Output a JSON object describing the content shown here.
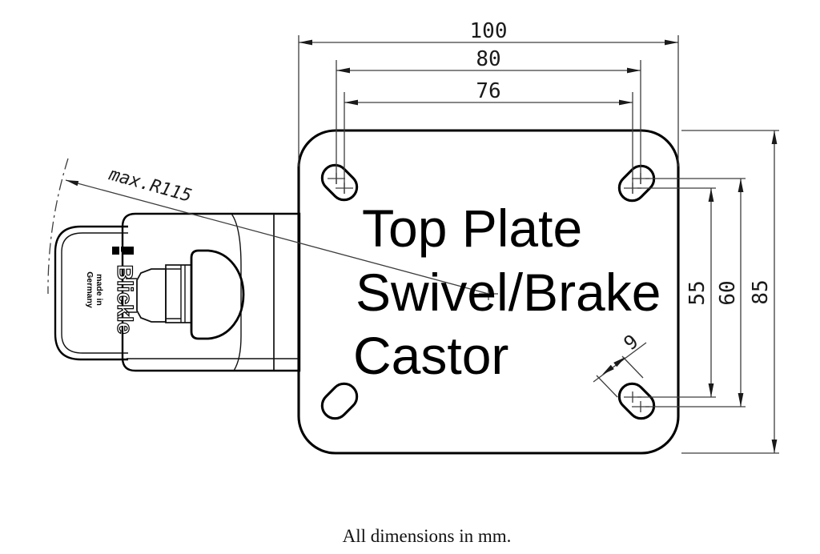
{
  "page": {
    "note": "All dimensions in mm."
  },
  "drawing": {
    "title_lines": [
      "Top Plate",
      "Swivel/Brake",
      "Castor"
    ],
    "swivel_radius_label": "max.R115",
    "brand": {
      "logo_text": "Blickle",
      "made_in_line1": "made in",
      "made_in_line2": "Germany"
    },
    "dimensions": {
      "overall_width_mm": "100",
      "bolt_spacing_x_outer_mm": "80",
      "bolt_spacing_x_inner_mm": "76",
      "bolt_spacing_y_inner_mm": "55",
      "bolt_spacing_y_outer_mm": "60",
      "overall_height_mm": "85",
      "slot_width_mm": "9"
    },
    "colors": {
      "line": "#000000",
      "thin_line": "#3d3d3d",
      "background": "#ffffff"
    }
  }
}
